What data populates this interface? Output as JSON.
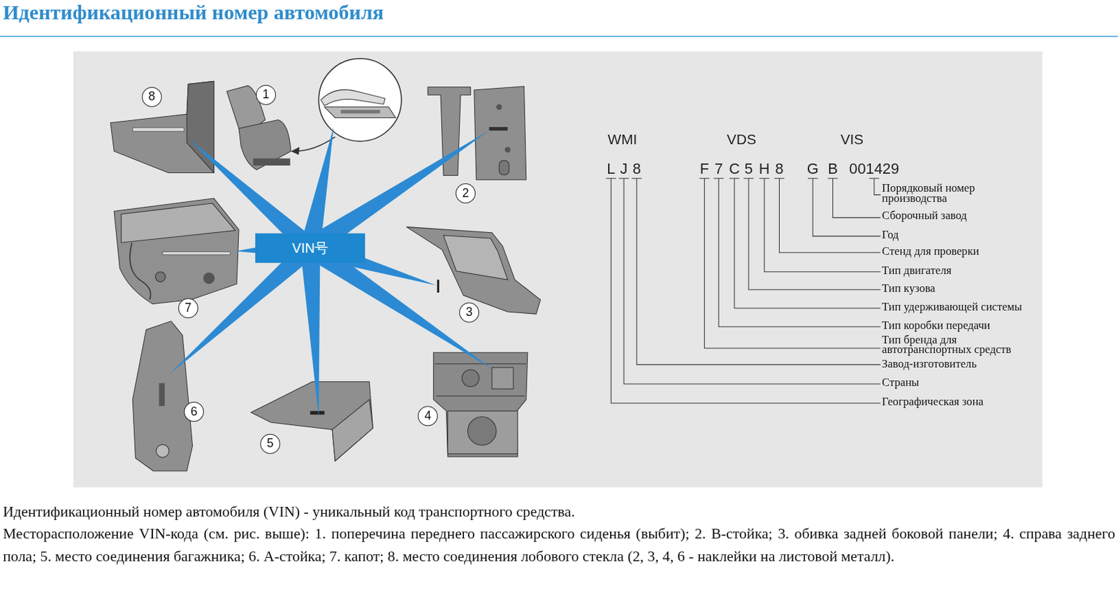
{
  "diagram": {
    "title": "Идентификационный номер автомобиля",
    "caption": "Идентификационный номер автомобиля (VIN) - уникальный код транспортного средства.",
    "nodes": [
      {
        "text": [
          "VIN号"
        ]
      },
      {
        "text": [
          "1"
        ]
      },
      {
        "text": [
          "2"
        ]
      },
      {
        "text": [
          "3"
        ]
      },
      {
        "text": [
          "4"
        ]
      },
      {
        "text": [
          "5"
        ]
      },
      {
        "text": [
          "6"
        ]
      },
      {
        "text": [
          "7"
        ]
      },
      {
        "text": [
          "8"
        ]
      }
    ],
    "labels": [
      "WMI",
      "VDS",
      "VIS",
      "L",
      "J",
      "8",
      "F",
      "7",
      "C",
      "5",
      "H",
      "8",
      "G",
      "B",
      "001429",
      "Порядковый номер производства",
      "Сборочный завод",
      "Год",
      "Стенд для проверки",
      "Тип двигателя",
      "Тип кузова",
      "Тип удерживающей системы",
      "Тип коробки передачи",
      "Тип бренда для автотранспортных средств",
      "Завод-изготовитель",
      "Страны",
      "Географическая зона",
      "Месторасположение VIN-кода (см. рис. выше): 1. поперечина переднего пассажирского сиденья (выбит); 2. B-стойка; 3. обивка задней боковой панели; 4. справа заднего пола; 5. место соединения багажника; 6. A-стойка; 7. капот; 8. место соединения лобового стекла (2, 3, 4, 6 - наклейки на листовой металл)."
    ]
  }
}
